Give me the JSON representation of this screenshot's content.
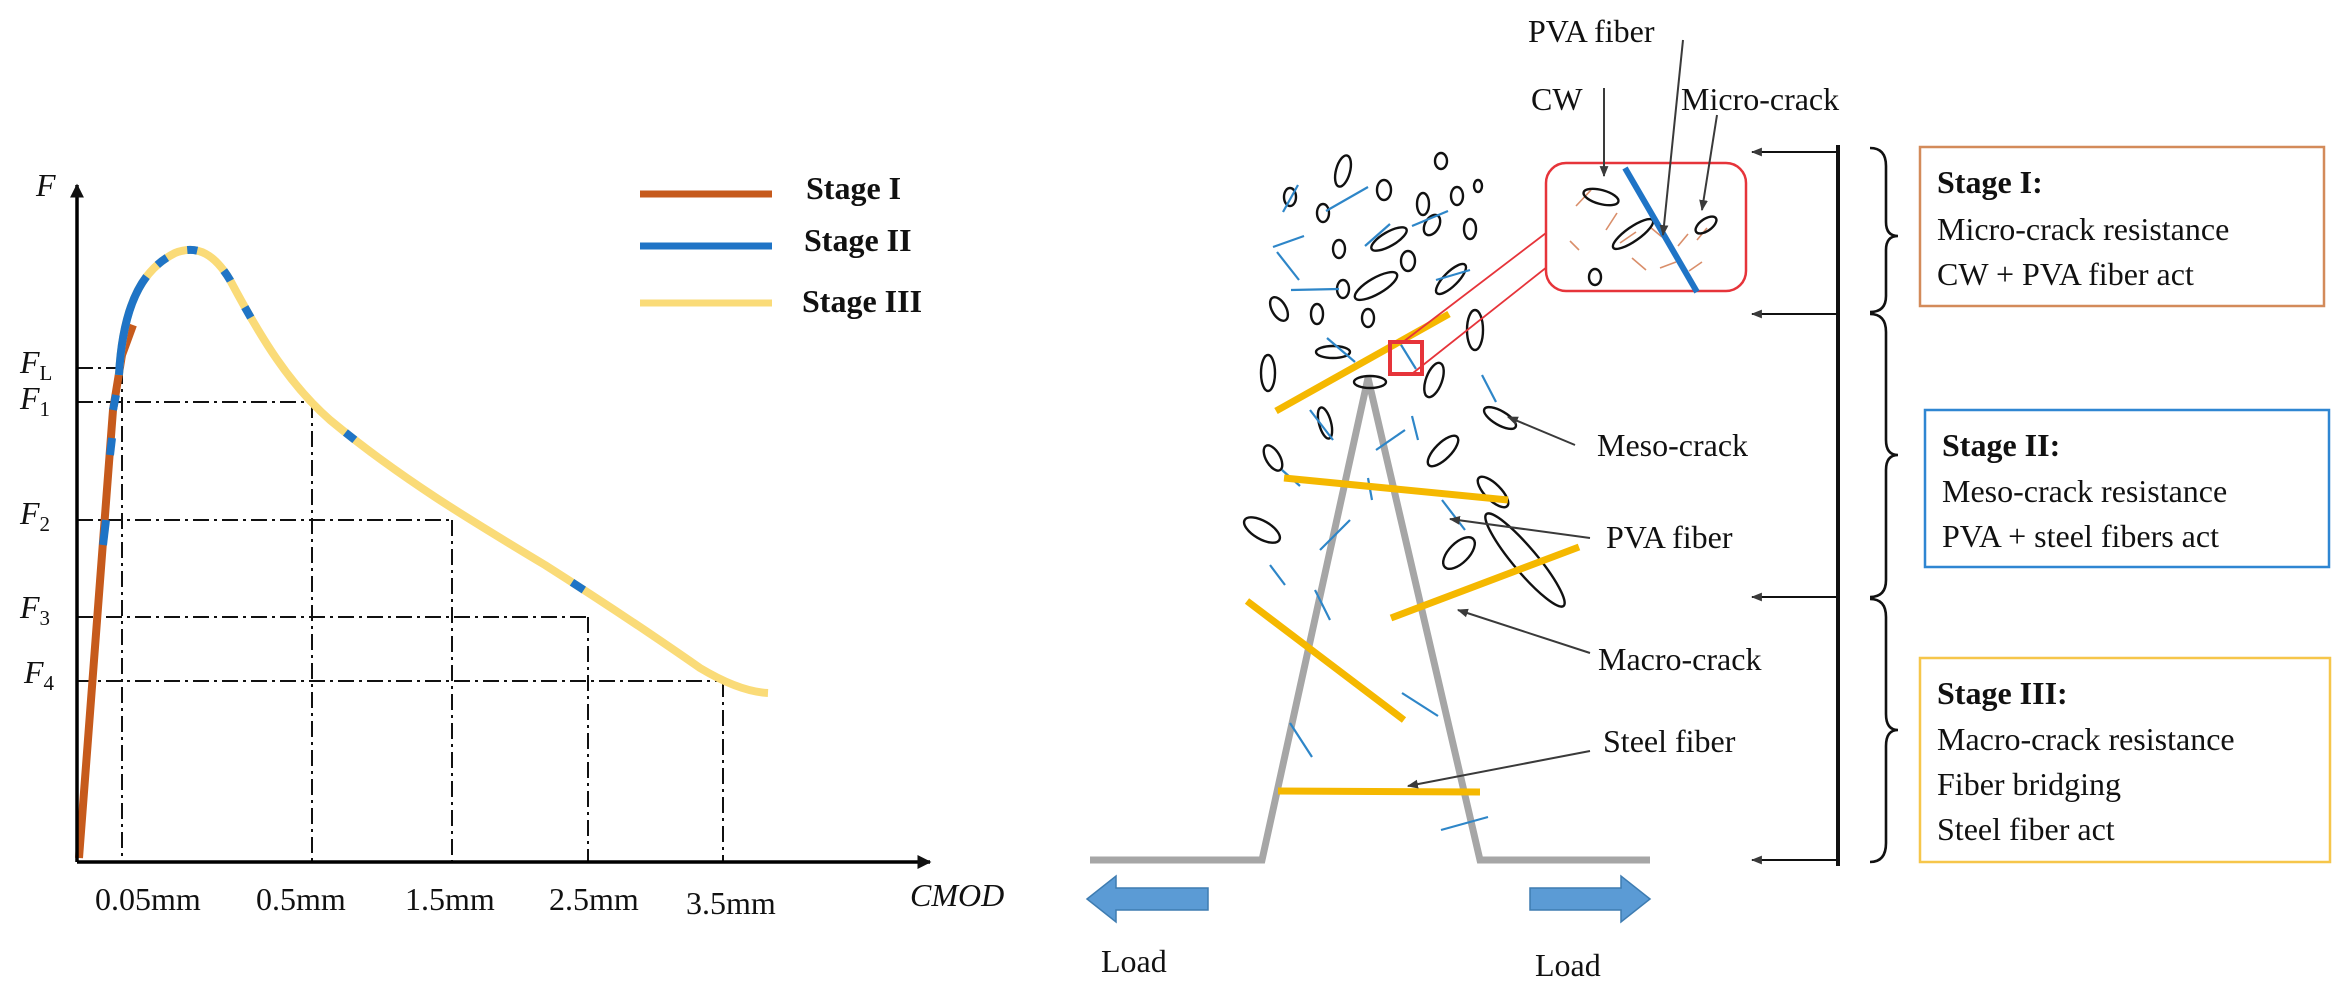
{
  "colors": {
    "stage1": "#C65A1C",
    "stage2": "#1F74C6",
    "stage3": "#FADB78",
    "stage1_box": "#D38B5A",
    "stage2_box": "#2F86D2",
    "stage3_box": "#F6C64A",
    "crack_outline": "#111111",
    "pva": "#2E86C8",
    "cw": "#D98E6A",
    "steel": "#F5B800",
    "specimen": "#A6A6A6",
    "arrow_fill": "#5B9BD5",
    "zoom": "#E6343A"
  },
  "chart_data": {
    "type": "line",
    "xlabel": "CMOD",
    "ylabel": "F",
    "x_ticks": [
      "0.05mm",
      "0.5mm",
      "1.5mm",
      "2.5mm",
      "3.5mm"
    ],
    "y_ticks": [
      {
        "base": "F",
        "sub": "L"
      },
      {
        "base": "F",
        "sub": "1"
      },
      {
        "base": "F",
        "sub": "2"
      },
      {
        "base": "F",
        "sub": "3"
      },
      {
        "base": "F",
        "sub": "4"
      }
    ],
    "legend_position": "top-right",
    "series": [
      {
        "name": "Stage I"
      },
      {
        "name": "Stage II"
      },
      {
        "name": "Stage III"
      }
    ]
  },
  "diagram": {
    "labels": {
      "pva_top": "PVA fiber",
      "cw": "CW",
      "micro_crack": "Micro-crack",
      "meso_crack": "Meso-crack",
      "pva_fiber": "PVA fiber",
      "macro_crack": "Macro-crack",
      "steel_fiber": "Steel fiber",
      "load_left": "Load",
      "load_right": "Load"
    },
    "boxes": [
      {
        "title": "Stage I:",
        "lines": [
          "Micro-crack resistance",
          "CW + PVA fiber act"
        ]
      },
      {
        "title": "Stage II:",
        "lines": [
          "Meso-crack resistance",
          "PVA + steel fibers act"
        ]
      },
      {
        "title": "Stage III:",
        "lines": [
          "Macro-crack resistance",
          "Fiber bridging",
          "Steel fiber act"
        ]
      }
    ]
  }
}
